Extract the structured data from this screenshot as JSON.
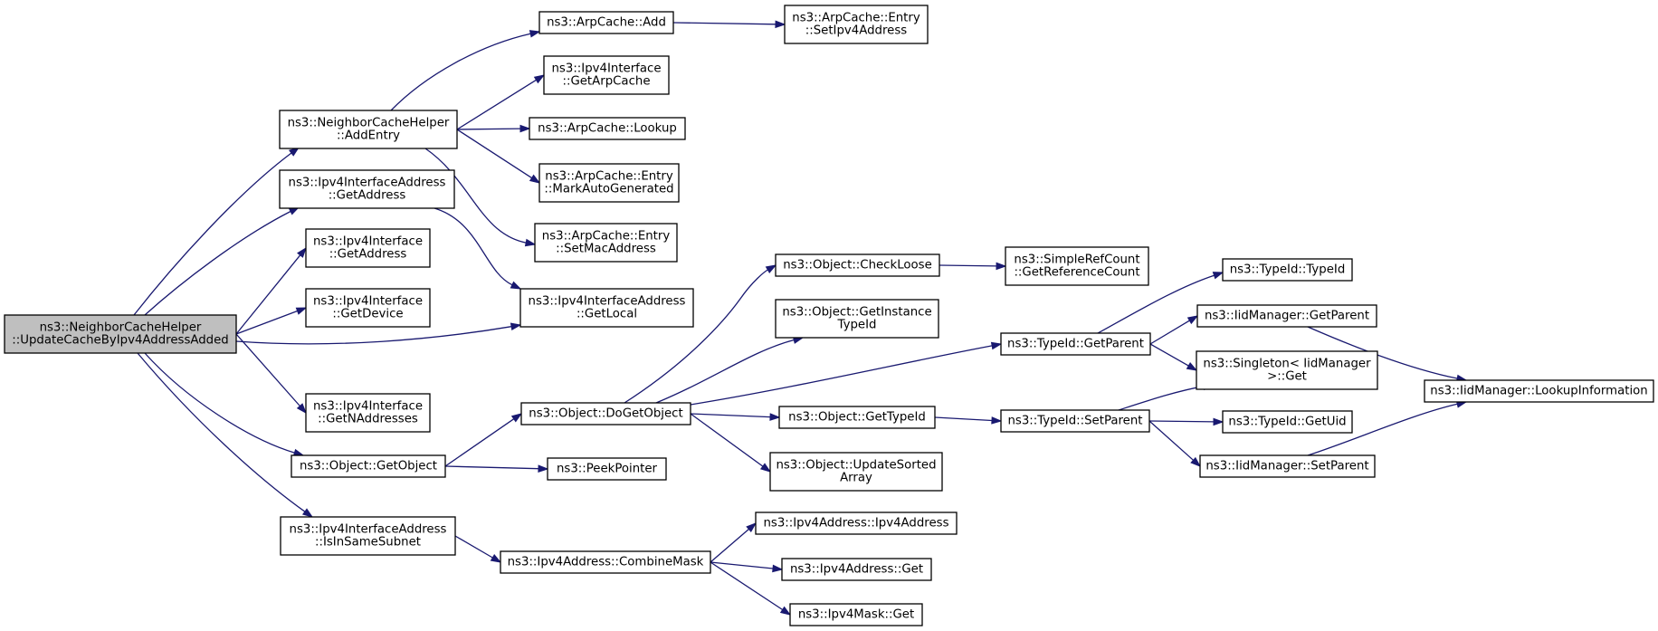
{
  "diagram": {
    "title": "",
    "colors": {
      "edge": "#191970",
      "node_border": "#000000",
      "node_fill": "#ffffff",
      "root_fill": "#bfbfbf",
      "text": "#000000"
    },
    "nodes": [
      {
        "id": "root",
        "lines": [
          "ns3::NeighborCacheHelper",
          "::UpdateCacheByIpv4AddressAdded"
        ]
      },
      {
        "id": "addEntry",
        "lines": [
          "ns3::NeighborCacheHelper",
          "::AddEntry"
        ]
      },
      {
        "id": "ifaceAddrGetAddress",
        "lines": [
          "ns3::Ipv4InterfaceAddress",
          "::GetAddress"
        ]
      },
      {
        "id": "ifaceGetAddress",
        "lines": [
          "ns3::Ipv4Interface",
          "::GetAddress"
        ]
      },
      {
        "id": "ifaceGetDevice",
        "lines": [
          "ns3::Ipv4Interface",
          "::GetDevice"
        ]
      },
      {
        "id": "ifaceGetNAddresses",
        "lines": [
          "ns3::Ipv4Interface",
          "::GetNAddresses"
        ]
      },
      {
        "id": "objGetObject",
        "lines": [
          "ns3::Object::GetObject"
        ]
      },
      {
        "id": "isInSameSubnet",
        "lines": [
          "ns3::Ipv4InterfaceAddress",
          "::IsInSameSubnet"
        ]
      },
      {
        "id": "arpAdd",
        "lines": [
          "ns3::ArpCache::Add"
        ]
      },
      {
        "id": "ifaceGetArpCache",
        "lines": [
          "ns3::Ipv4Interface",
          "::GetArpCache"
        ]
      },
      {
        "id": "arpLookup",
        "lines": [
          "ns3::ArpCache::Lookup"
        ]
      },
      {
        "id": "arpMarkAuto",
        "lines": [
          "ns3::ArpCache::Entry",
          "::MarkAutoGenerated"
        ]
      },
      {
        "id": "arpSetMac",
        "lines": [
          "ns3::ArpCache::Entry",
          "::SetMacAddress"
        ]
      },
      {
        "id": "ifaceAddrGetLocal",
        "lines": [
          "ns3::Ipv4InterfaceAddress",
          "::GetLocal"
        ]
      },
      {
        "id": "doGetObject",
        "lines": [
          "ns3::Object::DoGetObject"
        ]
      },
      {
        "id": "peekPointer",
        "lines": [
          "ns3::PeekPointer"
        ]
      },
      {
        "id": "combineMask",
        "lines": [
          "ns3::Ipv4Address::CombineMask"
        ]
      },
      {
        "id": "arpSetIpv4",
        "lines": [
          "ns3::ArpCache::Entry",
          "::SetIpv4Address"
        ]
      },
      {
        "id": "checkLoose",
        "lines": [
          "ns3::Object::CheckLoose"
        ]
      },
      {
        "id": "getInstanceTypeId",
        "lines": [
          "ns3::Object::GetInstance",
          "TypeId"
        ]
      },
      {
        "id": "objGetTypeId",
        "lines": [
          "ns3::Object::GetTypeId"
        ]
      },
      {
        "id": "updateSorted",
        "lines": [
          "ns3::Object::UpdateSorted",
          "Array"
        ]
      },
      {
        "id": "ipv4AddrCtor",
        "lines": [
          "ns3::Ipv4Address::Ipv4Address"
        ]
      },
      {
        "id": "ipv4AddrGet",
        "lines": [
          "ns3::Ipv4Address::Get"
        ]
      },
      {
        "id": "ipv4MaskGet",
        "lines": [
          "ns3::Ipv4Mask::Get"
        ]
      },
      {
        "id": "getRefCount",
        "lines": [
          "ns3::SimpleRefCount",
          "::GetReferenceCount"
        ]
      },
      {
        "id": "typeIdGetParent",
        "lines": [
          "ns3::TypeId::GetParent"
        ]
      },
      {
        "id": "typeIdSetParent",
        "lines": [
          "ns3::TypeId::SetParent"
        ]
      },
      {
        "id": "typeIdCtor",
        "lines": [
          "ns3::TypeId::TypeId"
        ]
      },
      {
        "id": "iidGetParent",
        "lines": [
          "ns3::IidManager::GetParent"
        ]
      },
      {
        "id": "singletonGet",
        "lines": [
          "ns3::Singleton< IidManager",
          " >::Get"
        ]
      },
      {
        "id": "typeIdGetUid",
        "lines": [
          "ns3::TypeId::GetUid"
        ]
      },
      {
        "id": "iidSetParent",
        "lines": [
          "ns3::IidManager::SetParent"
        ]
      },
      {
        "id": "iidLookup",
        "lines": [
          "ns3::IidManager::LookupInformation"
        ]
      }
    ],
    "edges": [
      {
        "from": "root",
        "to": "addEntry"
      },
      {
        "from": "root",
        "to": "ifaceAddrGetAddress"
      },
      {
        "from": "root",
        "to": "ifaceGetAddress"
      },
      {
        "from": "root",
        "to": "ifaceGetDevice"
      },
      {
        "from": "root",
        "to": "ifaceAddrGetLocal"
      },
      {
        "from": "root",
        "to": "ifaceGetNAddresses"
      },
      {
        "from": "root",
        "to": "objGetObject"
      },
      {
        "from": "root",
        "to": "isInSameSubnet"
      },
      {
        "from": "addEntry",
        "to": "arpAdd"
      },
      {
        "from": "addEntry",
        "to": "ifaceGetArpCache"
      },
      {
        "from": "addEntry",
        "to": "arpLookup"
      },
      {
        "from": "addEntry",
        "to": "arpMarkAuto"
      },
      {
        "from": "addEntry",
        "to": "arpSetMac"
      },
      {
        "from": "ifaceAddrGetAddress",
        "to": "ifaceAddrGetLocal"
      },
      {
        "from": "arpAdd",
        "to": "arpSetIpv4"
      },
      {
        "from": "objGetObject",
        "to": "doGetObject"
      },
      {
        "from": "objGetObject",
        "to": "peekPointer"
      },
      {
        "from": "isInSameSubnet",
        "to": "combineMask"
      },
      {
        "from": "doGetObject",
        "to": "checkLoose"
      },
      {
        "from": "doGetObject",
        "to": "getInstanceTypeId"
      },
      {
        "from": "doGetObject",
        "to": "typeIdGetParent"
      },
      {
        "from": "doGetObject",
        "to": "objGetTypeId"
      },
      {
        "from": "doGetObject",
        "to": "updateSorted"
      },
      {
        "from": "checkLoose",
        "to": "getRefCount"
      },
      {
        "from": "objGetTypeId",
        "to": "typeIdSetParent"
      },
      {
        "from": "combineMask",
        "to": "ipv4AddrCtor"
      },
      {
        "from": "combineMask",
        "to": "ipv4AddrGet"
      },
      {
        "from": "combineMask",
        "to": "ipv4MaskGet"
      },
      {
        "from": "typeIdGetParent",
        "to": "typeIdCtor"
      },
      {
        "from": "typeIdGetParent",
        "to": "iidGetParent"
      },
      {
        "from": "typeIdGetParent",
        "to": "singletonGet"
      },
      {
        "from": "typeIdSetParent",
        "to": "singletonGet"
      },
      {
        "from": "typeIdSetParent",
        "to": "typeIdGetUid"
      },
      {
        "from": "typeIdSetParent",
        "to": "iidSetParent"
      },
      {
        "from": "iidGetParent",
        "to": "iidLookup"
      },
      {
        "from": "iidSetParent",
        "to": "iidLookup"
      }
    ]
  }
}
